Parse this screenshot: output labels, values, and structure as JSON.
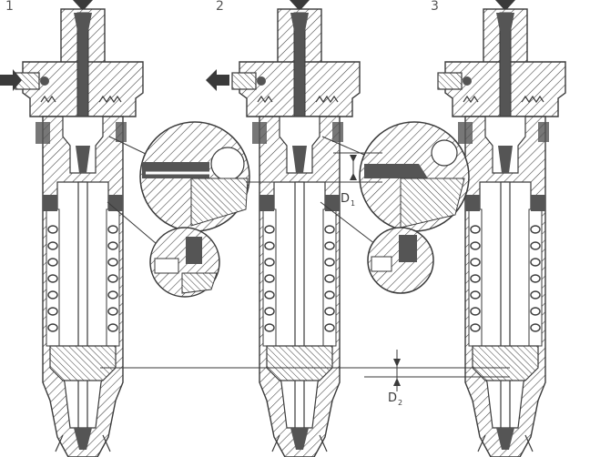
{
  "figure": {
    "panel_numbers": [
      "1",
      "2",
      "3"
    ],
    "dimension_labels": {
      "d1_main": "D",
      "d1_sub": "1",
      "d2_main": "D",
      "d2_sub": "2"
    },
    "colors": {
      "ink": "#3a3a3a",
      "dark_fill": "#555555",
      "background": "#ffffff"
    },
    "icons": [
      "fuel-inlet-arrow-icon",
      "flow-arrow-down-icon"
    ]
  }
}
